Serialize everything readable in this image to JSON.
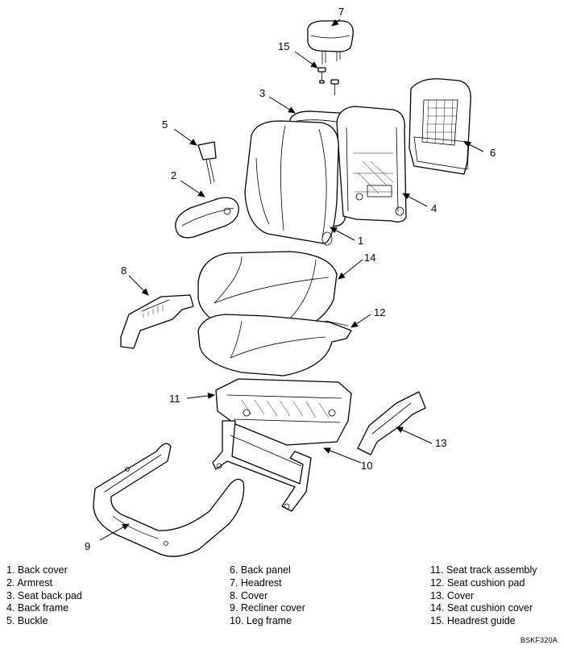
{
  "callouts": {
    "c1": "1",
    "c2": "2",
    "c3": "3",
    "c4": "4",
    "c5": "5",
    "c6": "6",
    "c7": "7",
    "c8": "8",
    "c9": "9",
    "c10": "10",
    "c11": "11",
    "c12": "12",
    "c13": "13",
    "c14": "14",
    "c15": "15"
  },
  "legend": {
    "col1": [
      "1. Back cover",
      "2. Armrest",
      "3. Seat back pad",
      "4. Back frame",
      "5. Buckle"
    ],
    "col2": [
      "6. Back panel",
      "7. Headrest",
      "8. Cover",
      "9. Recliner cover",
      "10. Leg frame"
    ],
    "col3": [
      "11. Seat track assembly",
      "12. Seat cushion pad",
      "13. Cover",
      "14. Seat cushion cover",
      "15. Headrest guide"
    ]
  },
  "figure_code": "BSKF320A"
}
